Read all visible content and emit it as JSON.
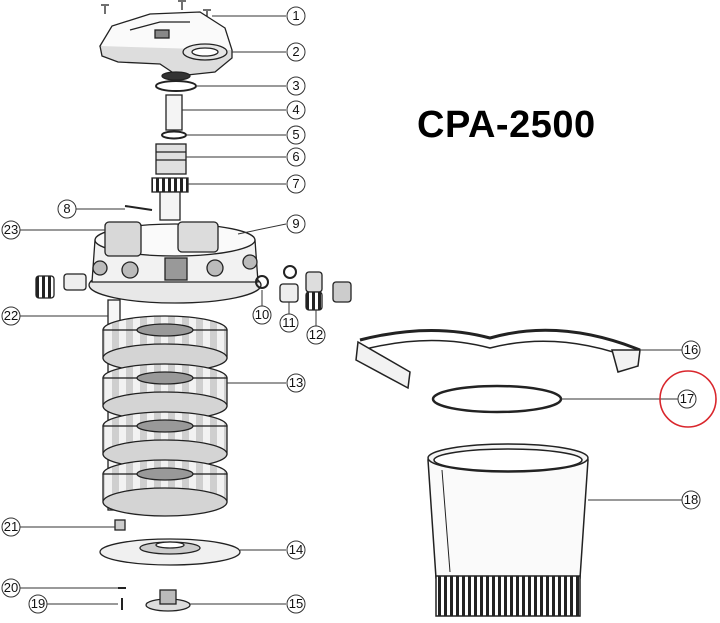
{
  "diagram": {
    "title": "CPA-2500",
    "highlight_color": "#d9262c",
    "highlighted_part": "17",
    "parts": [
      "1",
      "2",
      "3",
      "4",
      "5",
      "6",
      "7",
      "8",
      "9",
      "10",
      "11",
      "12",
      "13",
      "14",
      "15",
      "16",
      "17",
      "18",
      "19",
      "20",
      "21",
      "22",
      "23"
    ]
  }
}
